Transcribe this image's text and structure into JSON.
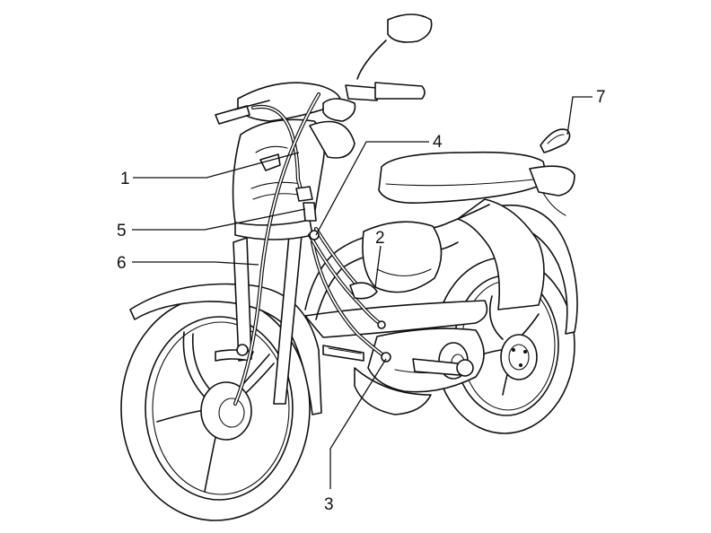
{
  "diagram": {
    "callouts": [
      {
        "id": "1",
        "label": "1"
      },
      {
        "id": "2",
        "label": "2"
      },
      {
        "id": "3",
        "label": "3"
      },
      {
        "id": "4",
        "label": "4"
      },
      {
        "id": "5",
        "label": "5"
      },
      {
        "id": "6",
        "label": "6"
      },
      {
        "id": "7",
        "label": "7"
      }
    ]
  },
  "colors": {
    "ink": "#111111",
    "paper": "#ffffff"
  }
}
